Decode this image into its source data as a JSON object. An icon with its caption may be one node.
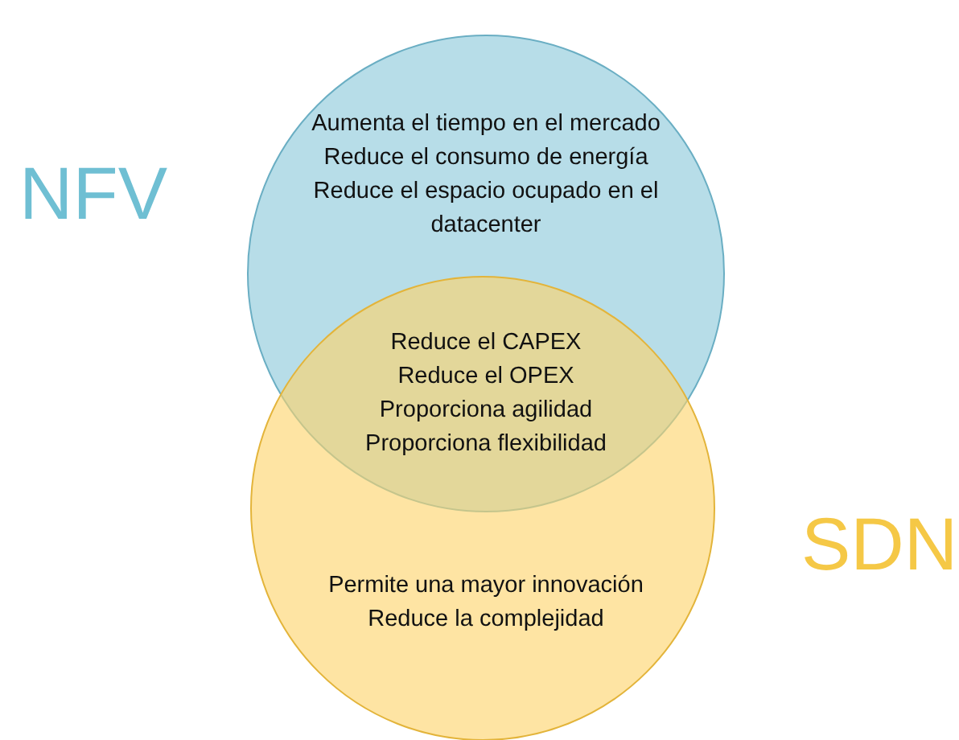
{
  "diagram": {
    "nodes": [
      {
        "text": [
          "NFV",
          "Aumenta el tiempo en el mercado",
          "Reduce el consumo de energía",
          "Reduce el espacio ocupado en el datacenter"
        ]
      },
      {
        "text": [
          "SDN",
          "Permite una mayor innovación",
          "Reduce la complejidad"
        ]
      },
      {
        "text": [
          "Reduce el CAPEX",
          "Reduce el OPEX",
          "Proporciona agilidad",
          "Proporciona flexibilidad"
        ]
      }
    ]
  }
}
